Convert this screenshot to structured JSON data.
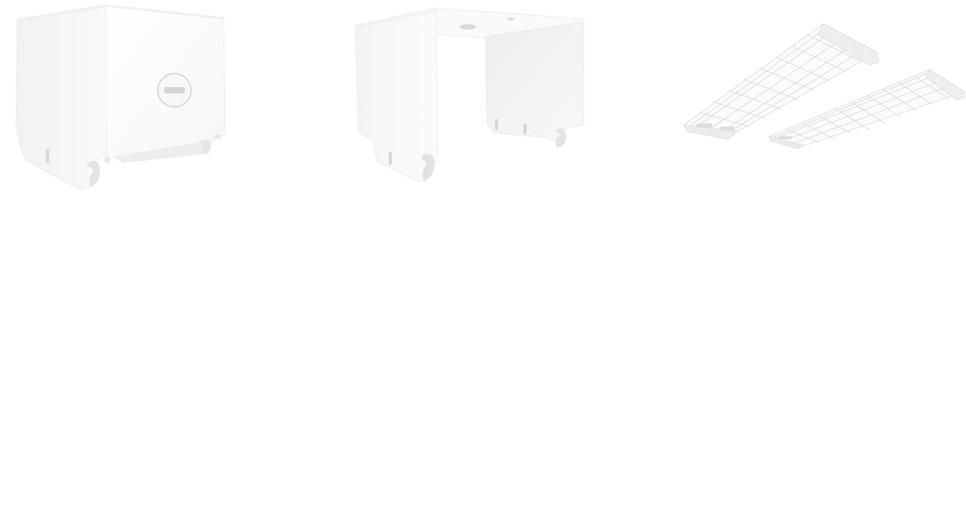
{
  "products": [
    {
      "id": "housing-closed",
      "icon": "closed-housing-bracket-icon"
    },
    {
      "id": "housing-open-frame",
      "icon": "open-u-bracket-icon"
    },
    {
      "id": "grid-diffusers",
      "icon": "wire-grid-diffuser-pair-icon"
    }
  ],
  "colors": {
    "background": "#ffffff",
    "panel_light": "#fbfbfb",
    "panel_mid": "#f3f3f3",
    "panel_shadow": "#e7e7e7",
    "edge": "#dcdcdc"
  }
}
